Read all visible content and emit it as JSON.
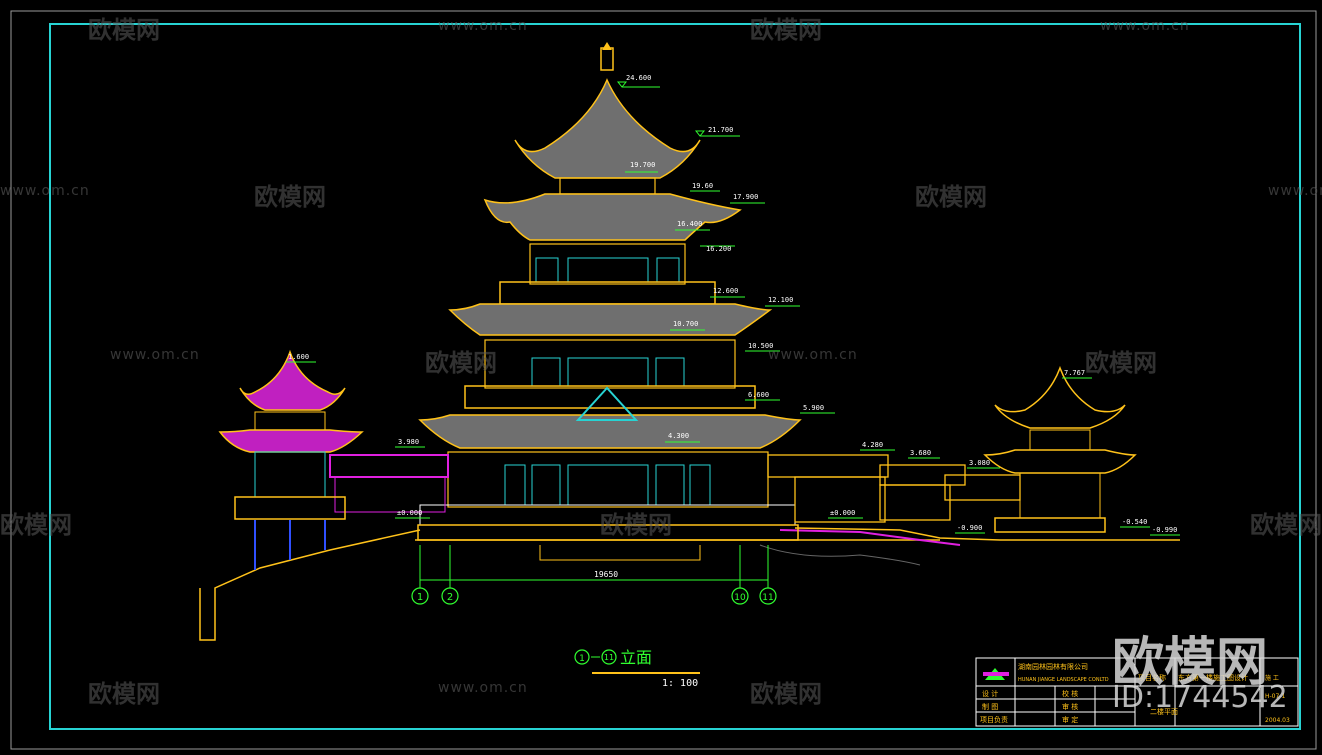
{
  "drawing": {
    "title_label": "立面",
    "title_axis_from": "1",
    "title_axis_to": "11",
    "scale": "1: 100",
    "dimension": "19650",
    "axis_labels": [
      "1",
      "2",
      "10",
      "11"
    ]
  },
  "levels": {
    "top": "24.600",
    "l1": "21.700",
    "l2": "19.700",
    "l3": "19.60",
    "l4": "17.900",
    "l5": "16.400",
    "l6": "16.200",
    "l7": "12.600",
    "l8": "12.100",
    "l9": "10.700",
    "l10": "10.500",
    "l11": "6.600",
    "l12": "5.900",
    "l13": "4.300",
    "l14": "3.980",
    "l15": "4.280",
    "l16": "3.680",
    "l17": "3.080",
    "l18": "±0.000",
    "l19": "±0.000",
    "l20": "-0.900",
    "l21": "-0.540",
    "l22": "-0.990",
    "left_top": "1.600",
    "right_top": "7.767"
  },
  "title_block": {
    "company": "湖南园林园林有限公司",
    "company_en": "HUNAN JIANGE LANDSCAPE CONLTD",
    "row1": [
      "设 计",
      "校 核"
    ],
    "row2": [
      "制 图",
      "审 核"
    ],
    "row3": [
      "项目负责",
      "审 定"
    ],
    "project_label": "项目名称",
    "project_value": "东方第一楼施工图设计",
    "sheet_label": "二楼平面",
    "drawing_no": "H-07-1",
    "date": "2004.03",
    "phase": "施 工"
  },
  "watermarks": {
    "brand": "欧模网",
    "url": "www.om.cn",
    "id": "ID:1744542"
  },
  "colors": {
    "frame": "#27d3d3",
    "structure": "#ffc21a",
    "roof": "#8a8a8a",
    "window": "#27d3d3",
    "pink": "#e020e0",
    "white": "#ffffff",
    "green": "#30ff30"
  }
}
